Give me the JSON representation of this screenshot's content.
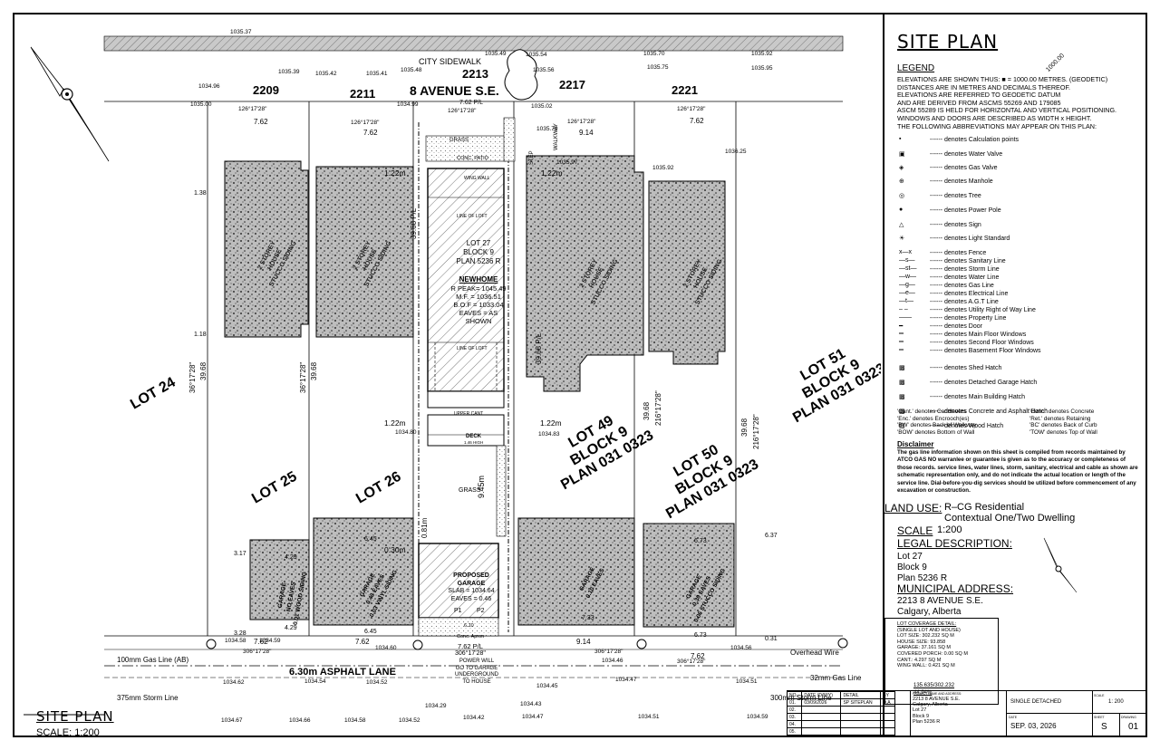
{
  "sheet_title": "SITE PLAN",
  "legend": {
    "heading": "LEGEND",
    "lines": [
      "ELEVATIONS ARE SHOWN THUS:  ■  = 1000.00 METRES. (GEODETIC)",
      "DISTANCES ARE IN METRES AND DECIMALS THEREOF.",
      "ELEVATIONS ARE REFERRED TO GEODETIC DATUM",
      "AND ARE DERIVED FROM ASCMS 55269 AND 179085",
      "ASCM 55289 IS HELD FOR HORIZONTAL AND VERTICAL POSITIONING.",
      "WINDOWS AND DOORS ARE DESCRIBED AS WIDTH x HEIGHT.",
      "THE FOLLOWING ABBREVIATIONS MAY APPEAR ON THIS PLAN:"
    ],
    "sample_elev": "1000.00",
    "items": [
      "denotes Calculation points",
      "denotes Water Valve",
      "denotes Gas Valve",
      "denotes Manhole",
      "denotes Tree",
      "denotes Power Pole",
      "denotes Sign",
      "denotes Light Standard",
      "denotes Fence",
      "denotes Sanitary Line",
      "denotes Storm Line",
      "denotes Water Line",
      "denotes Gas Line",
      "denotes Electrical Line",
      "denotes A.G.T Line",
      "denotes Utility Right of Way Line",
      "denotes Property Line",
      "denotes Door",
      "denotes Main Floor Windows",
      "denotes Second Floor Windows",
      "denotes Basement Floor Windows",
      "denotes Shed Hatch",
      "denotes Detached Garage Hatch",
      "denotes Main Building Hatch",
      "denotes Concrete and Asphalt Hatch",
      "denotes Wood Hatch"
    ],
    "abbrev_left": [
      "'Cant.' denotes Cantilevers",
      "'Enc.' denotes Encrooch(es)",
      "'BW' denotes Back of Walkway",
      "'BOW' denotes Bottom of Wall"
    ],
    "abbrev_right": [
      "'Conc.' denotes Concrete",
      "'Ret.' denotes Retaining",
      "'BC' denotes Back of Curb",
      "'TOW' denotes Top of Wall"
    ]
  },
  "disclaimer": {
    "heading": "Disclaimer",
    "text": "The gas line information shown on this sheet is compiled from records maintained by ATCO GAS NO warranlee or guarantee is given as to the accuracy or completeness of those records. service lines, water lines, storm, sanitary, electrical and cable as shown are schematic representation only, and do not indicate the actual location or length of the service line. Dial-before-you-dig services should be utilized before commencement of any excavation or construction."
  },
  "land_use": {
    "label": "LAND USE:",
    "value1": "R–CG Residential",
    "value2": "Contextual One/Two Dwelling"
  },
  "scale": {
    "label": "SCALE",
    "value": "1:200"
  },
  "legal": {
    "heading": "LEGAL DESCRIPTION:",
    "lines": [
      "Lot 27",
      "Block 9",
      "Plan 5236 R"
    ]
  },
  "municipal": {
    "heading": "MUNICIPAL ADDRESS:",
    "lines": [
      "2213 8 AVENUE S.E.",
      "Calgary, Alberta"
    ]
  },
  "coverage": {
    "heading": "LOT COVERAGE DETAIL:",
    "sub": "(SINGLE LOT AND HOUSE)",
    "lines": [
      "LOT SIZE: 302.232 SQ M",
      "HOUSE SIZE: 93.858",
      "GARAGE: 37.161 SQ M",
      "COVERED PORCH: 0.00 SQ M",
      "CANT.: 4.297 SQ M",
      "WING WALL: 0.421 SQ M"
    ],
    "ratio": "135.635/302.232",
    "result": "44.94%"
  },
  "title_block": {
    "cols": [
      "NO.",
      "DATE (D/M/Y)",
      "DETAIL",
      "BY"
    ],
    "rows": [
      [
        "01.",
        "03/09/2026",
        "SP SITEPLAN",
        "D.A"
      ],
      [
        "02.",
        "",
        "",
        ""
      ],
      [
        "03.",
        "",
        "",
        ""
      ],
      [
        "04.",
        "",
        "",
        ""
      ],
      [
        "05.",
        "",
        "",
        ""
      ]
    ],
    "project_label": "PROJECT NAME AND ADDRESS:",
    "project_lines": [
      "2213 8 AVENUE S.E.",
      "Calgary, Alberta",
      "",
      "Lot 27",
      "Block 9",
      "Plan 5236 R"
    ],
    "type": "SINGLE DETACHED",
    "scale_label": "SCALE",
    "scale": "1: 200",
    "date_label": "DATE",
    "date": "SEP. 03, 2026",
    "sheet_label": "SHEET",
    "sheet": "S",
    "drawing_label": "DRAWING",
    "drawing": "01"
  },
  "plan": {
    "street": "8 AVENUE S.E.",
    "city_sidewalk": "CITY SIDEWALK",
    "lane": "6.30m ASPHALT LANE",
    "gas_line_left": "100mm Gas Line (AB)",
    "storm_left": "375mm Storm Line",
    "overhead": "Overhead Wire",
    "gas_right": "32mm Gas Line",
    "storm_right": "300mm Storm Line",
    "power_note": [
      "POWER WILL",
      "GO TO GARAGE",
      "UNDERGROUND",
      "TO HOUSE"
    ],
    "house_numbers": [
      "2209",
      "2211",
      "2213",
      "2217",
      "2221"
    ],
    "lots": [
      {
        "lines": [
          "LOT 24"
        ]
      },
      {
        "lines": [
          "LOT 25"
        ]
      },
      {
        "lines": [
          "LOT 26"
        ]
      },
      {
        "lines": [
          "LOT 49",
          "BLOCK 9",
          "PLAN 031 0323"
        ]
      },
      {
        "lines": [
          "LOT 50",
          "BLOCK 9",
          "PLAN 031 0323"
        ]
      },
      {
        "lines": [
          "LOT 51",
          "BLOCK 9",
          "PLAN 031 0323"
        ]
      }
    ],
    "subject_lot": [
      "LOT 27",
      "BLOCK 9",
      "PLAN 5236 R"
    ],
    "new_home": {
      "title": "NEWHOME",
      "lines": [
        "R PEAK= 1045.49",
        "M.F.   = 1036.51",
        "B.O.F = 1033.04",
        "EAVES = AS",
        "SHOWN"
      ]
    },
    "proposed_garage": {
      "lines": [
        "PROPOSED",
        "GARAGE",
        "SLAB = 1034.64",
        "EAVES = 0.46"
      ],
      "p1": "P1",
      "p2": "P2"
    },
    "deck": "DECK",
    "deck_note": "1.46 HIGH",
    "grass": "GRASS",
    "grass_front": "GRASS",
    "walkway": "WALKWAY",
    "step": "STEP",
    "conc_patio": "CONC. PATIO",
    "conc_apron": "Conc. Apron",
    "line_of_loft": "LINE OF LOFT",
    "upper_cant": "UPPER CANT",
    "wing_wall": "WING WALL",
    "neighbor_buildings": [
      [
        "2 STOREY",
        "HOUSE",
        "STUCCO SIDING"
      ],
      [
        "2 STOREY",
        "HOUSE",
        "STUCCO SIDING"
      ],
      [
        "2 STOREY",
        "HOUSE",
        "STUCCO SIDING"
      ],
      [
        "2 STOREY",
        "HOUSE",
        "STUCCO SIDING"
      ]
    ],
    "neighbor_garages": [
      [
        "GARAGE",
        "NO EAVES",
        "0.01 WOOD SIDING"
      ],
      [
        "GARAGE",
        "0.43 EAVES",
        "0.03 VINYL SIDING"
      ],
      [
        "GARAGE",
        "0.10 EAVES"
      ],
      [
        "GARAGE",
        "0.30 EAVES",
        "0.06 STUCCO SIDING"
      ]
    ],
    "dims": {
      "bearing_front": "126°17'28\"",
      "bearing_rear": "306°17'28\"",
      "side_bearing_left": "36°17'28\"",
      "side_bearing_right": "216°17'28\"",
      "depth": "39.68",
      "width_762": "7.62",
      "width_914": "9.14",
      "pl_front": "7.62 P/L",
      "pl_rear": "7.62 P/L",
      "side_pl": "39.68 P/L",
      "d_122a": "1.22m",
      "d_122b": "1.22m",
      "d_122c": "1.22m",
      "d_122d": "1.22m",
      "d_945": "9.45m",
      "d_081": "0.81m",
      "d_030": "0.30m",
      "d_138": "1.38",
      "d_118": "1.18",
      "d_317": "3.17",
      "d_328": "3.28",
      "d_637": "6.37",
      "d_031": "0.31",
      "d_645a": "6.45",
      "d_645b": "6.45",
      "d_733": "7.33",
      "d_673a": "6.73",
      "d_673b": "6.73",
      "d_429a": "4.29",
      "d_429b": "4.29",
      "d_610": "6.10"
    },
    "elevations": [
      "1035.37",
      "1035.39",
      "1035.42",
      "1035.41",
      "1035.48",
      "1035.49",
      "1035.54",
      "1035.70",
      "1035.75",
      "1035.92",
      "1035.95",
      "1034.96",
      "1035.00",
      "1034.99",
      "1035.56",
      "1035.02",
      "1035.79",
      "1035.97",
      "1035.92",
      "1036.25",
      "1034.58",
      "1034.59",
      "1034.60",
      "1034.56",
      "1034.46",
      "1034.62",
      "1034.54",
      "1034.52",
      "1034.47",
      "1034.51",
      "1034.45",
      "1034.67",
      "1034.66",
      "1034.58",
      "1034.52",
      "1034.42",
      "1034.47",
      "1034.51",
      "1034.59",
      "1034.29",
      "1034.43",
      "1034.80",
      "1034.83"
    ]
  }
}
